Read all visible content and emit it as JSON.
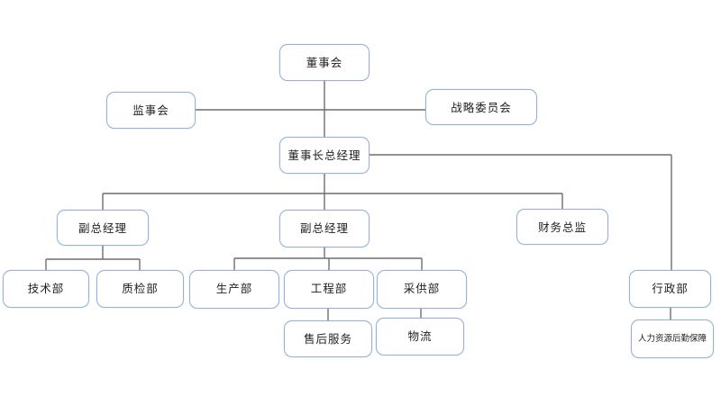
{
  "diagram": {
    "type": "org-chart",
    "colors": {
      "box_border": "#95b3d7",
      "box_fill": "#ffffff",
      "connector": "#6e6e6e",
      "text": "#1f1f1f",
      "background": "#ffffff"
    },
    "nodes": {
      "board": {
        "label": "董事会"
      },
      "supervisory_board": {
        "label": "监事会"
      },
      "strategy_committee": {
        "label": "战略委员会"
      },
      "chairman_gm": {
        "label": "董事长总经理"
      },
      "deputy_gm_left": {
        "label": "副总经理"
      },
      "deputy_gm_mid": {
        "label": "副总经理"
      },
      "finance_director": {
        "label": "财务总监"
      },
      "tech_dept": {
        "label": "技术部"
      },
      "qc_dept": {
        "label": "质检部"
      },
      "production_dept": {
        "label": "生产部"
      },
      "engineering_dept": {
        "label": "工程部"
      },
      "procurement_dept": {
        "label": "采供部"
      },
      "after_sales": {
        "label": "售后服务"
      },
      "logistics": {
        "label": "物流"
      },
      "admin_dept": {
        "label": "行政部"
      },
      "hr_support": {
        "label": "人力资源后勤保障"
      }
    },
    "edges": [
      "board-chairman_gm",
      "supervisory_board-strategy_committee (tie line through board stem)",
      "chairman_gm-deputy_gm_left",
      "chairman_gm-deputy_gm_mid",
      "chairman_gm-finance_director",
      "chairman_gm-admin_dept",
      "deputy_gm_left-tech_dept",
      "deputy_gm_left-qc_dept",
      "deputy_gm_mid-production_dept",
      "deputy_gm_mid-engineering_dept",
      "deputy_gm_mid-procurement_dept",
      "engineering_dept-after_sales",
      "procurement_dept-logistics",
      "admin_dept-hr_support"
    ]
  }
}
